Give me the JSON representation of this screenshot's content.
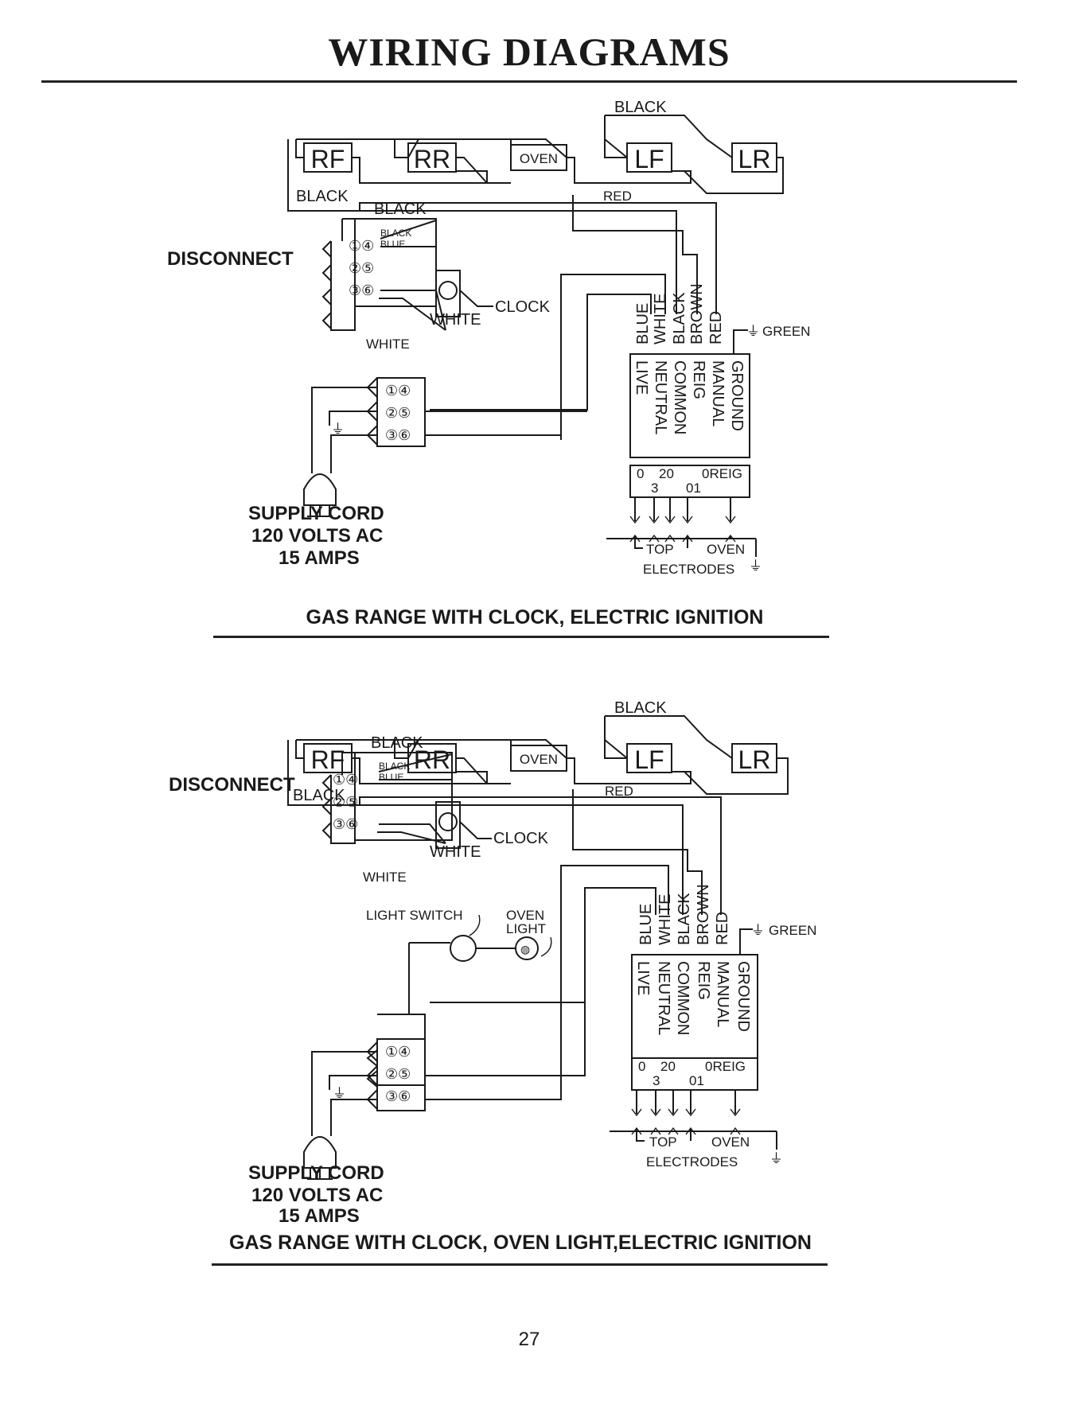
{
  "header": {
    "title": "WIRING DIAGRAMS"
  },
  "diagram1": {
    "burners": [
      "RF",
      "RR",
      "OVEN",
      "LF",
      "LR"
    ],
    "top_black": "BLACK",
    "left_black": "BLACK",
    "red": "RED",
    "disconnect_label": "DISCONNECT",
    "connector_black": "BLACK",
    "connector_wires": [
      "BLACK",
      "BLUE"
    ],
    "connector_pins": [
      "①④",
      "②⑤",
      "③⑥"
    ],
    "white_label": "WHITE",
    "white_bottom": "WHITE",
    "clock_label": "CLOCK",
    "module_wires": [
      "BLUE",
      "WHITE",
      "BLACK",
      "BROWN",
      "RED"
    ],
    "module_terminals": [
      "LIVE",
      "NEUTRAL",
      "COMMON",
      "REIG",
      "MANUAL",
      "GROUND"
    ],
    "green_label": "GREEN",
    "terminal_labels": {
      "top_left": "0",
      "top_mid": "20",
      "bottom_left": "3",
      "bottom_right": "01",
      "reig": "0REIG"
    },
    "supply_pins": [
      "①④",
      "②⑤",
      "③⑥"
    ],
    "supply_label": "SUPPLY CORD",
    "volts_label": "120 VOLTS AC",
    "amps_label": "15 AMPS",
    "top_label": "TOP",
    "oven_label": "OVEN",
    "electrodes_label": "ELECTRODES",
    "caption": "GAS RANGE WITH CLOCK, ELECTRIC IGNITION"
  },
  "diagram2": {
    "burners": [
      "RF",
      "RR",
      "OVEN",
      "LF",
      "LR"
    ],
    "top_black": "BLACK",
    "left_black": "BLACK",
    "red": "RED",
    "disconnect_label": "DISCONNECT",
    "connector_black": "BLACK",
    "connector_wires": [
      "BLACK",
      "BLUE"
    ],
    "connector_pins": [
      "①④",
      "②⑤",
      "③⑥"
    ],
    "white_label": "WHITE",
    "white_bottom": "WHITE",
    "clock_label": "CLOCK",
    "light_switch_label": "LIGHT SWITCH",
    "oven_light_label": [
      "OVEN",
      "LIGHT"
    ],
    "module_wires": [
      "BLUE",
      "WHITE",
      "BLACK",
      "BROWN",
      "RED"
    ],
    "module_terminals": [
      "LIVE",
      "NEUTRAL",
      "COMMON",
      "REIG",
      "MANUAL",
      "GROUND"
    ],
    "green_label": "GREEN",
    "terminal_labels": {
      "top_left": "0",
      "top_mid": "20",
      "bottom_left": "3",
      "bottom_right": "01",
      "reig": "0REIG"
    },
    "supply_pins": [
      "①④",
      "②⑤",
      "③⑥"
    ],
    "supply_label": "SUPPLY CORD",
    "volts_label": "120 VOLTS AC",
    "amps_label": "15 AMPS",
    "top_label": "TOP",
    "oven_label": "OVEN",
    "electrodes_label": "ELECTRODES",
    "caption": "GAS RANGE WITH CLOCK, OVEN LIGHT,ELECTRIC IGNITION"
  },
  "footer": {
    "page_number": "27"
  }
}
